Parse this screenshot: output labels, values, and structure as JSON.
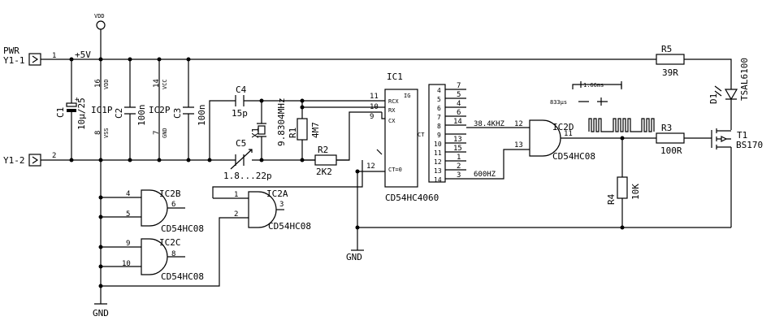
{
  "power": {
    "vdd": "VDD",
    "pwr_label": "PWR",
    "connector1": "Y1-1",
    "connector2": "Y1-2",
    "rail": "+5V",
    "pin1": "1",
    "pin2": "2",
    "gnd_bottom": "GND",
    "gnd_mid": "GND"
  },
  "components": {
    "c1": {
      "name": "C1",
      "value": "10μ/25",
      "plus": "+"
    },
    "c2": {
      "name": "C2",
      "value": "100n"
    },
    "c3": {
      "name": "C3",
      "value": "100n"
    },
    "c4": {
      "name": "C4",
      "value": "15p"
    },
    "c5": {
      "name": "C5",
      "value": "1.8...22p"
    },
    "x1": {
      "name": "X1",
      "value": "9.8304MHz"
    },
    "r1": {
      "name": "R1",
      "value": "4M7"
    },
    "r2": {
      "name": "R2",
      "value": "2K2"
    },
    "r3": {
      "name": "R3",
      "value": "100R"
    },
    "r4": {
      "name": "R4",
      "value": "10K"
    },
    "r5": {
      "name": "R5",
      "value": "39R"
    },
    "d1": {
      "name": "D1",
      "value": "TSAL6100"
    },
    "t1": {
      "name": "T1",
      "value": "BS170"
    }
  },
  "ic1p": {
    "name": "IC1P",
    "vdd": "VDD",
    "vss": "VSS",
    "pin_top": "16",
    "pin_bot": "8"
  },
  "ic2p": {
    "name": "IC2P",
    "vcc": "VCC",
    "gnd": "GND",
    "pin_top": "14",
    "pin_bot": "7"
  },
  "ic1": {
    "name": "IC1",
    "part": "CD54HC4060",
    "rcx": "RCX",
    "rx": "RX",
    "cx": "CX",
    "ct0": "CT=0",
    "ct": "CT",
    "ig": "IG",
    "pin11": "11",
    "pin10": "10",
    "pin9": "9",
    "pin12": "12",
    "inner_pins": [
      "4",
      "5",
      "6",
      "7",
      "8",
      "9",
      "10",
      "11",
      "12",
      "13",
      "14"
    ],
    "outer_pins": [
      "7",
      "5",
      "4",
      "6",
      "14",
      "13",
      "15",
      "1",
      "2",
      "3"
    ],
    "freq1": "38.4KHZ",
    "freq2": "600HZ"
  },
  "gates": {
    "ic2a": {
      "name": "IC2A",
      "part": "CD54HC08",
      "in1": "1",
      "in2": "2",
      "out": "3"
    },
    "ic2b": {
      "name": "IC2B",
      "part": "CD54HC08",
      "in1": "4",
      "in2": "5",
      "out": "6"
    },
    "ic2c": {
      "name": "IC2C",
      "part": "CD54HC08",
      "in1": "9",
      "in2": "10",
      "out": "8"
    },
    "ic2d": {
      "name": "IC2D",
      "part": "CD54HC08",
      "in1": "12",
      "in2": "13",
      "out": "11"
    }
  },
  "timing": {
    "period": "1.66ms",
    "pulse": "833μs"
  }
}
